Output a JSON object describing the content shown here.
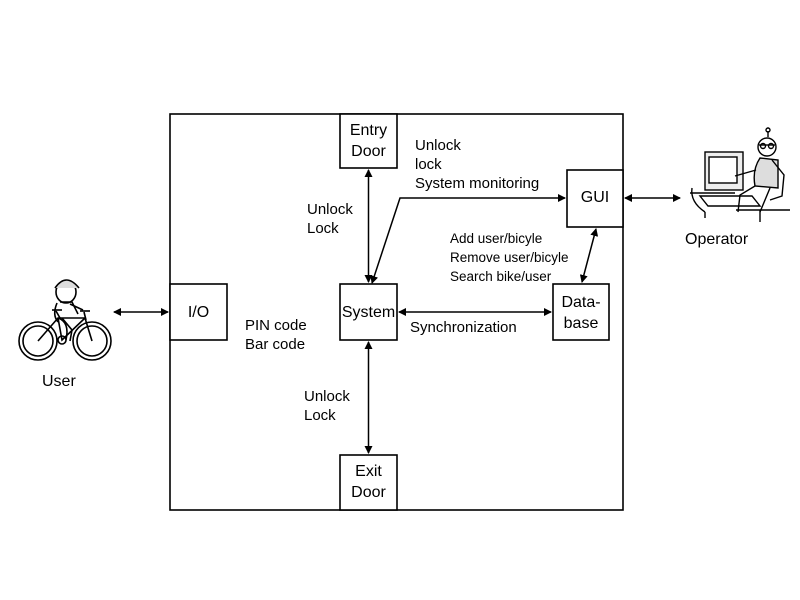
{
  "nodes": {
    "entry_door": {
      "line1": "Entry",
      "line2": "Door"
    },
    "exit_door": {
      "line1": "Exit",
      "line2": "Door"
    },
    "io": "I/O",
    "system": "System",
    "gui": "GUI",
    "database": {
      "line1": "Data-",
      "line2": "base"
    }
  },
  "actors": {
    "user": "User",
    "operator": "Operator"
  },
  "edge_labels": {
    "entry": {
      "line1": "Unlock",
      "line2": "Lock"
    },
    "exit": {
      "line1": "Unlock",
      "line2": "Lock"
    },
    "gui_commands": {
      "line1": "Unlock",
      "line2": "lock",
      "line3": "System monitoring"
    },
    "io_inputs": {
      "line1": "PIN code",
      "line2": "Bar code"
    },
    "sync": "Synchronization",
    "gui_db": {
      "line1": "Add user/bicyle",
      "line2": "Remove user/bicyle",
      "line3": "Search bike/user"
    }
  }
}
